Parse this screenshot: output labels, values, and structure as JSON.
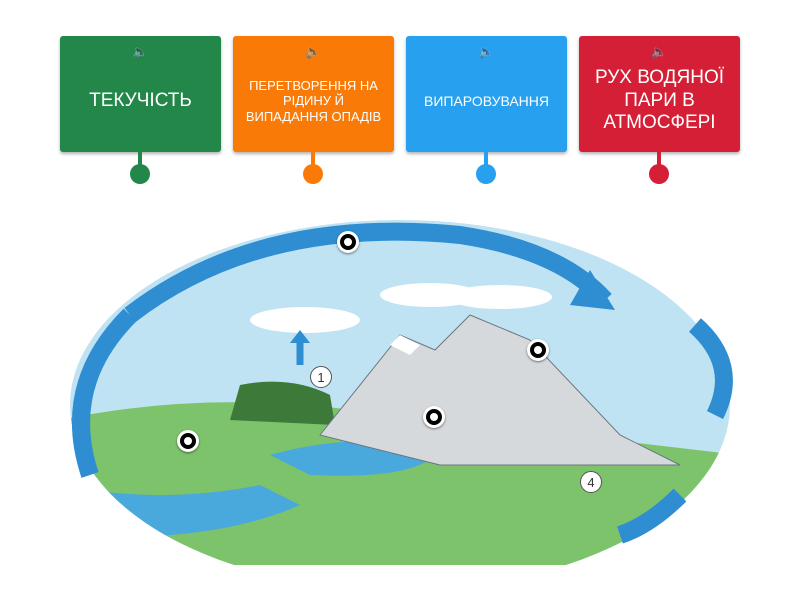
{
  "cards": [
    {
      "label": "ТЕКУЧІСТЬ",
      "color": "#23874a"
    },
    {
      "label": "ПЕРЕТВОРЕННЯ НА РІДИНУ Й ВИПАДАННЯ ОПАДІВ",
      "color": "#fa7a08"
    },
    {
      "label": "ВИПАРОВУВАННЯ",
      "color": "#27a0ef"
    },
    {
      "label": "РУХ ВОДЯНОЇ ПАРИ В АТМОСФЕРІ",
      "color": "#d41f36"
    }
  ],
  "speaker_icon": "speaker-icon",
  "diagram": {
    "labels": [
      "1",
      "4"
    ]
  }
}
